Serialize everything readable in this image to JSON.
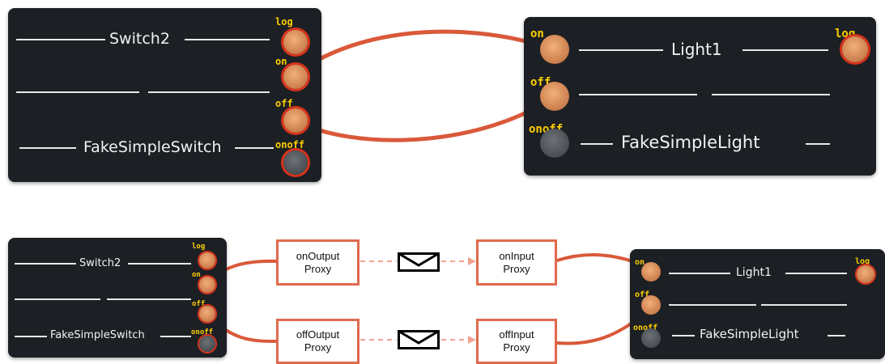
{
  "top": {
    "switch": {
      "title": "Switch2",
      "type": "FakeSimpleSwitch",
      "ports": [
        {
          "label": "log",
          "state": "active"
        },
        {
          "label": "on",
          "state": "active"
        },
        {
          "label": "off",
          "state": "active"
        },
        {
          "label": "onoff",
          "state": "inactive"
        }
      ]
    },
    "light": {
      "title": "Light1",
      "type": "FakeSimpleLight",
      "ports": [
        {
          "label": "on",
          "state": "active"
        },
        {
          "label": "off",
          "state": "active"
        },
        {
          "label": "onoff",
          "state": "inactive"
        },
        {
          "label": "log",
          "state": "active"
        }
      ]
    }
  },
  "bottom": {
    "switch": {
      "title": "Switch2",
      "type": "FakeSimpleSwitch",
      "ports": [
        {
          "label": "log"
        },
        {
          "label": "on"
        },
        {
          "label": "off"
        },
        {
          "label": "onoff"
        }
      ]
    },
    "light": {
      "title": "Light1",
      "type": "FakeSimpleLight",
      "ports": [
        {
          "label": "on"
        },
        {
          "label": "off"
        },
        {
          "label": "onoff"
        },
        {
          "label": "log"
        }
      ]
    },
    "proxies": {
      "on_output": [
        "onOutput",
        "Proxy"
      ],
      "on_input": [
        "onInput",
        "Proxy"
      ],
      "off_output": [
        "offOutput",
        "Proxy"
      ],
      "off_input": [
        "offInput",
        "Proxy"
      ]
    }
  },
  "colors": {
    "panel": "#1c2024",
    "port_label": "#ffd000",
    "wire": "#d9593a",
    "proxy_border": "#e06a4e",
    "ring": "#d8331c"
  },
  "icons": {
    "message": "envelope-icon"
  }
}
